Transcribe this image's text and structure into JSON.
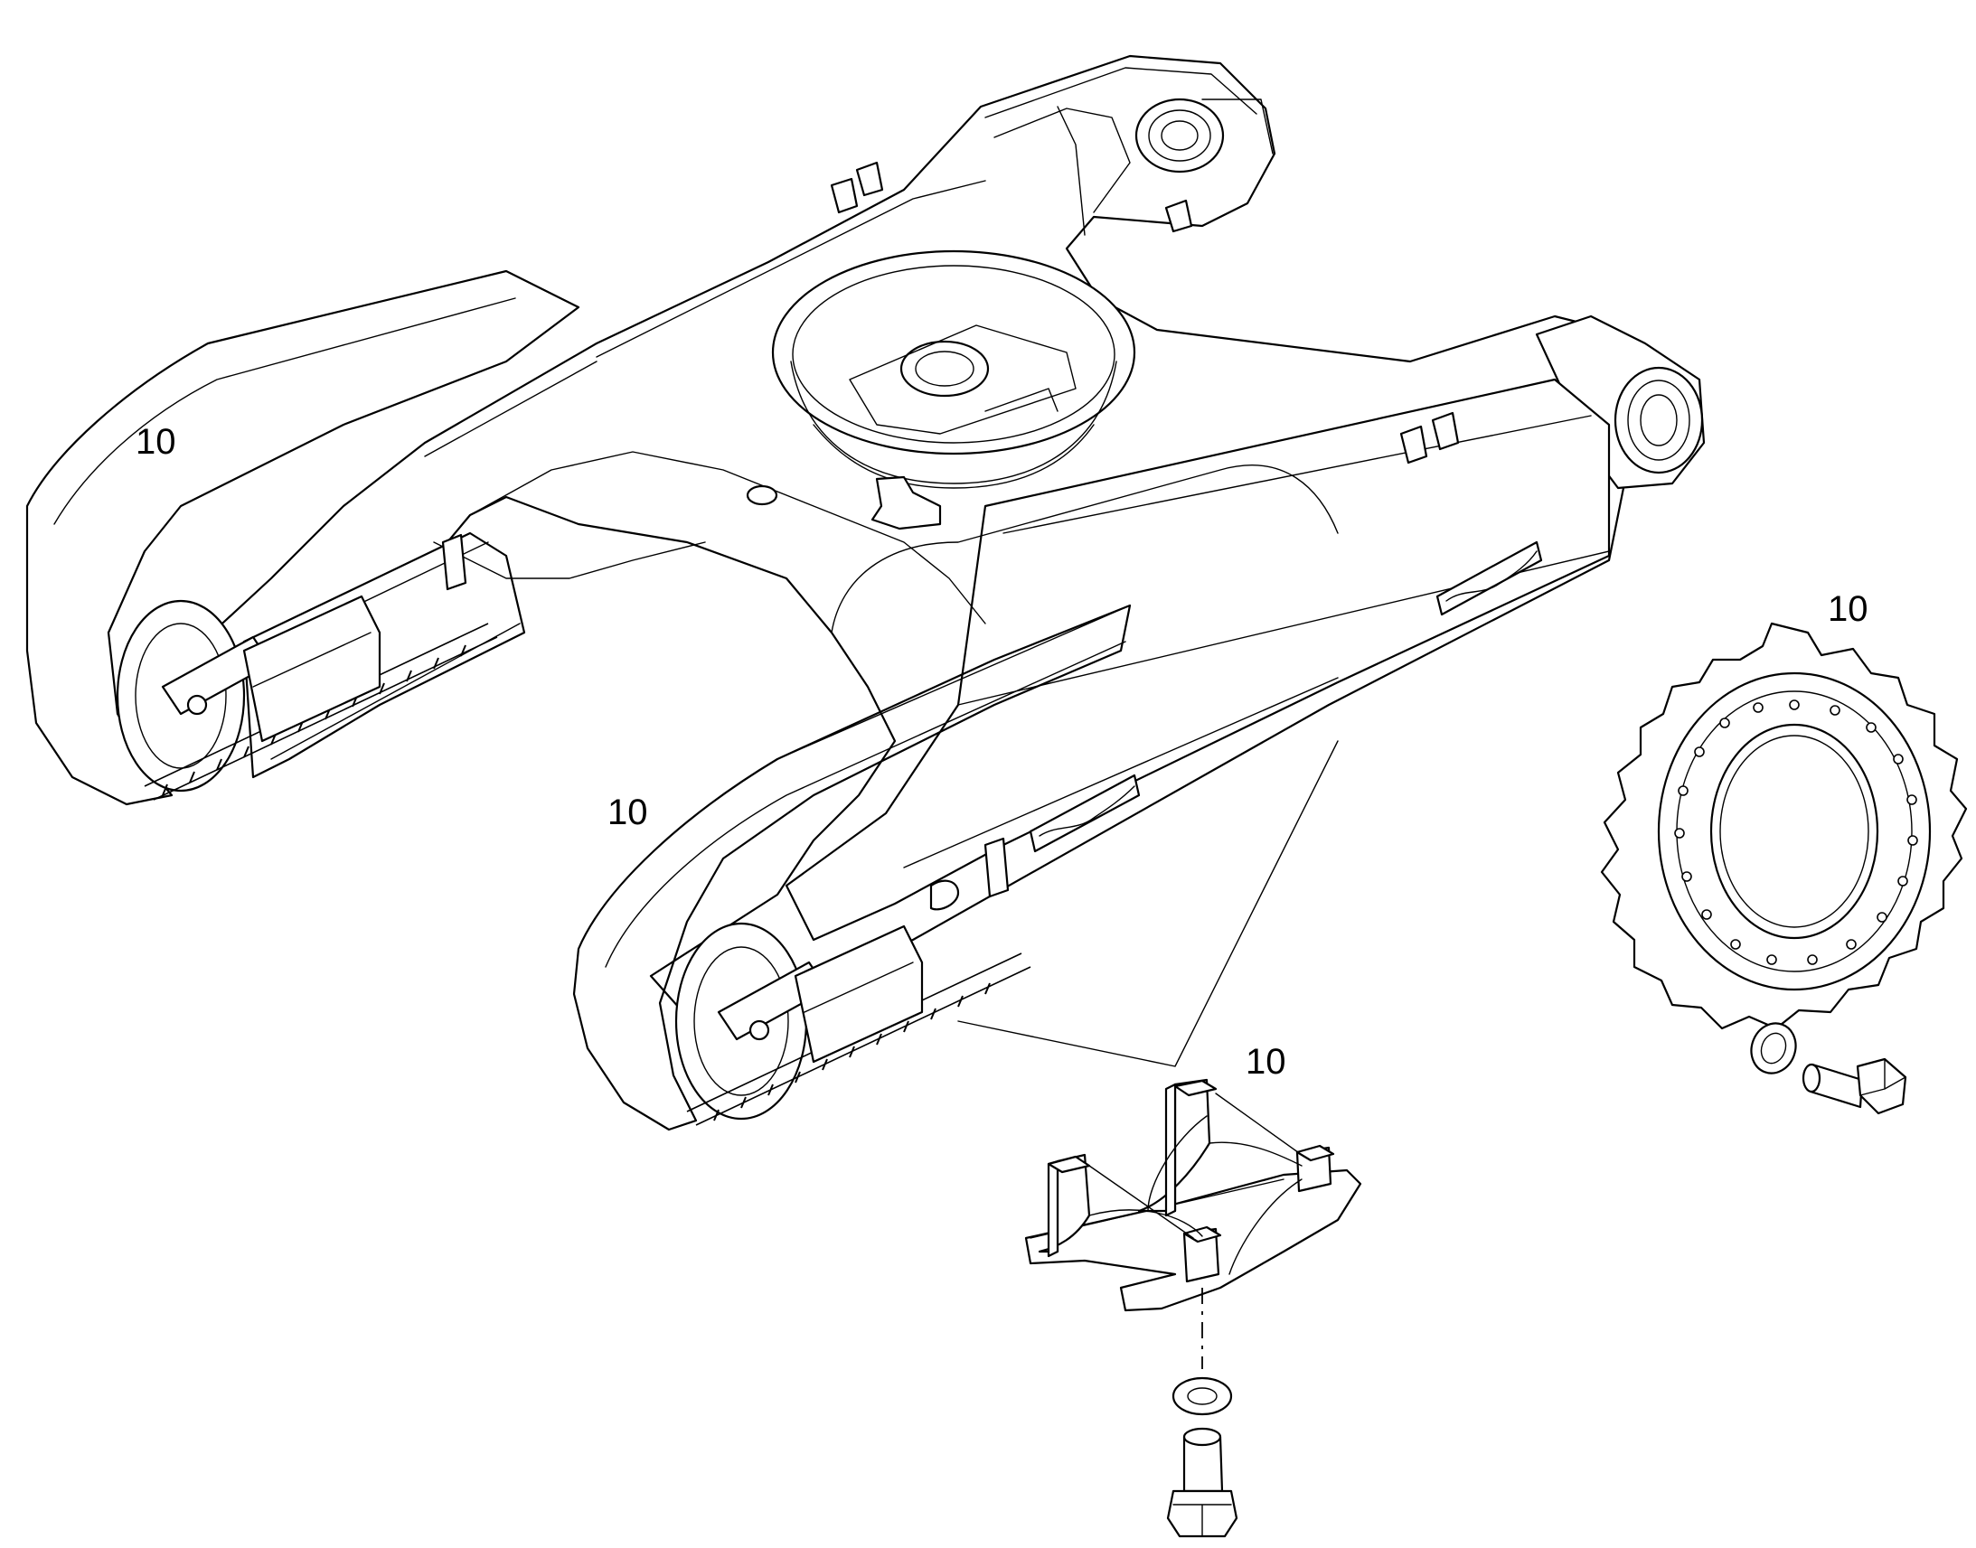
{
  "callouts": [
    {
      "id": "left-track",
      "label": "10"
    },
    {
      "id": "right-track",
      "label": "10"
    },
    {
      "id": "sprocket",
      "label": "10"
    },
    {
      "id": "track-guard",
      "label": "10"
    }
  ],
  "colors": {
    "line": "#000000",
    "background": "#ffffff"
  }
}
